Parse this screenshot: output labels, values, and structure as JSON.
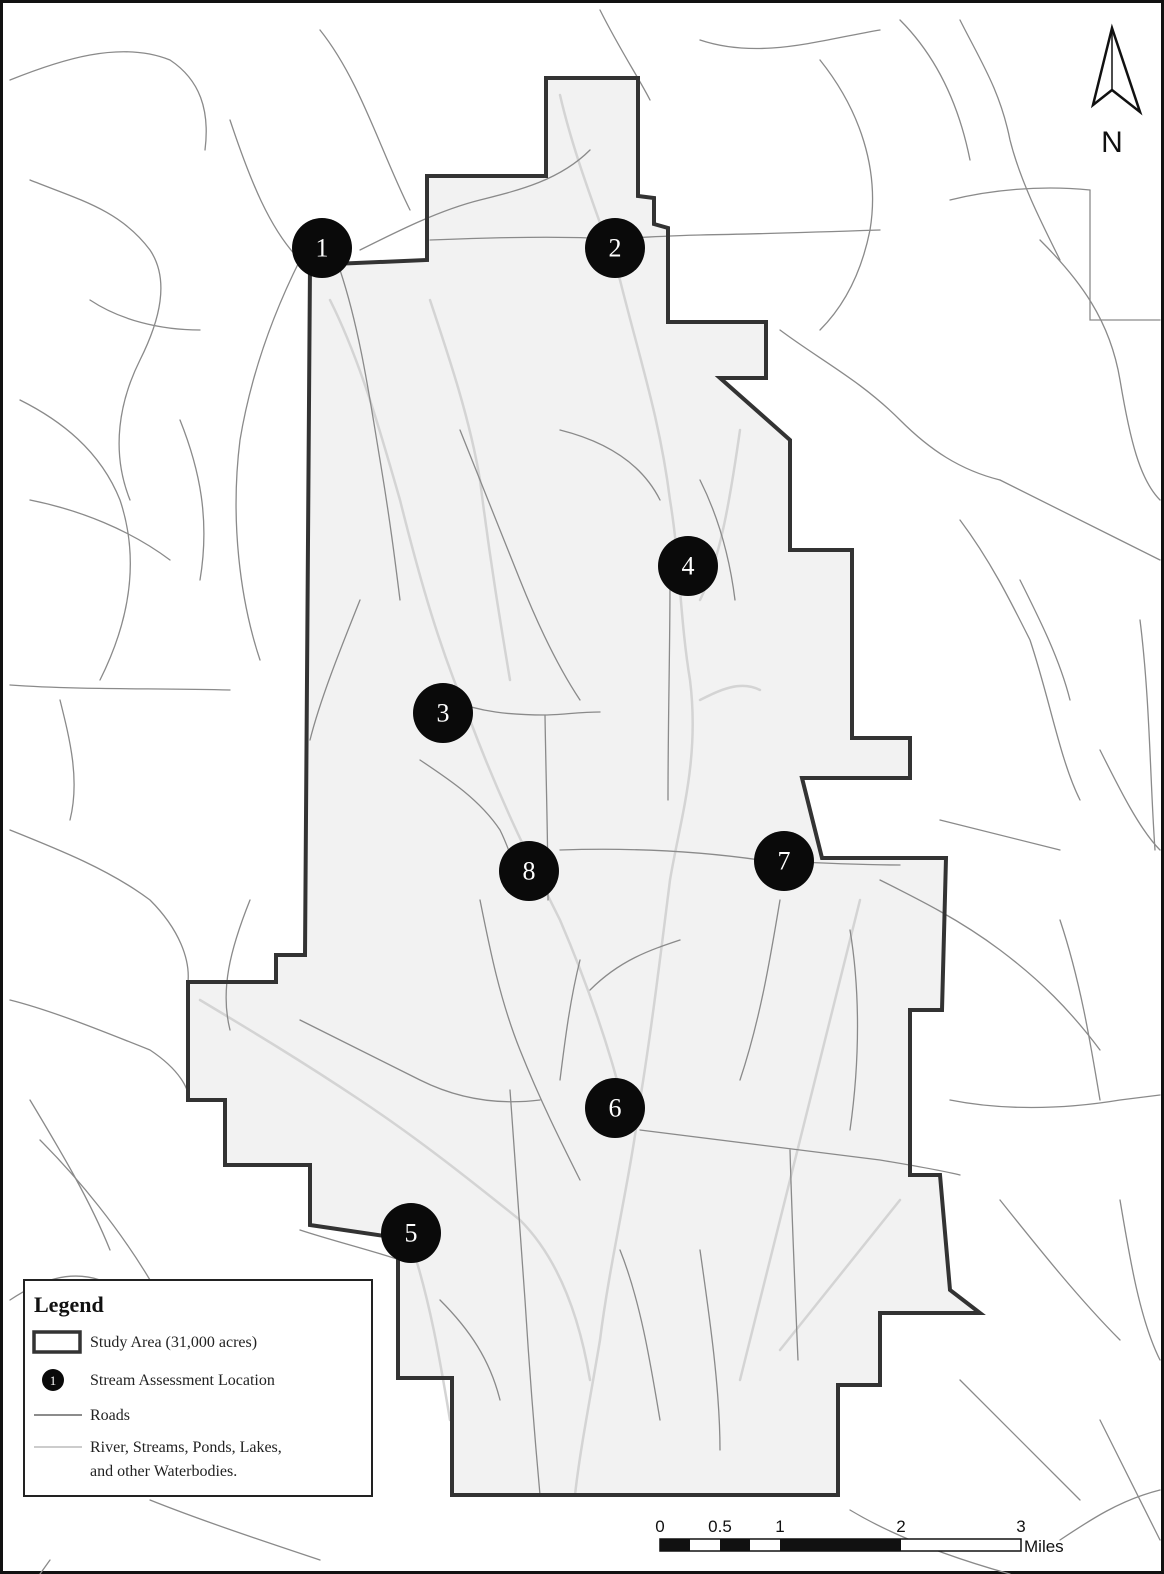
{
  "north_arrow": {
    "label": "N"
  },
  "legend": {
    "title": "Legend",
    "items": [
      {
        "label": "Study Area (31,000 acres)",
        "symbol": "study-area"
      },
      {
        "label": "Stream Assessment Location",
        "symbol": "marker"
      },
      {
        "label": "Roads",
        "symbol": "road"
      },
      {
        "label_line1": "River, Streams, Ponds, Lakes,",
        "label_line2": "and other Waterbodies.",
        "symbol": "water"
      }
    ],
    "marker_sample": "1"
  },
  "scale_bar": {
    "ticks": [
      "0",
      "0.5",
      "1",
      "2",
      "3"
    ],
    "unit": "Miles"
  },
  "markers": [
    {
      "label": "1"
    },
    {
      "label": "2"
    },
    {
      "label": "3"
    },
    {
      "label": "4"
    },
    {
      "label": "5"
    },
    {
      "label": "6"
    },
    {
      "label": "7"
    },
    {
      "label": "8"
    }
  ],
  "colors": {
    "boundary": "#333333",
    "roads": "#888888",
    "water": "#d2d2d2",
    "marker": "#0a0a0a",
    "marker_text": "#ffffff"
  }
}
